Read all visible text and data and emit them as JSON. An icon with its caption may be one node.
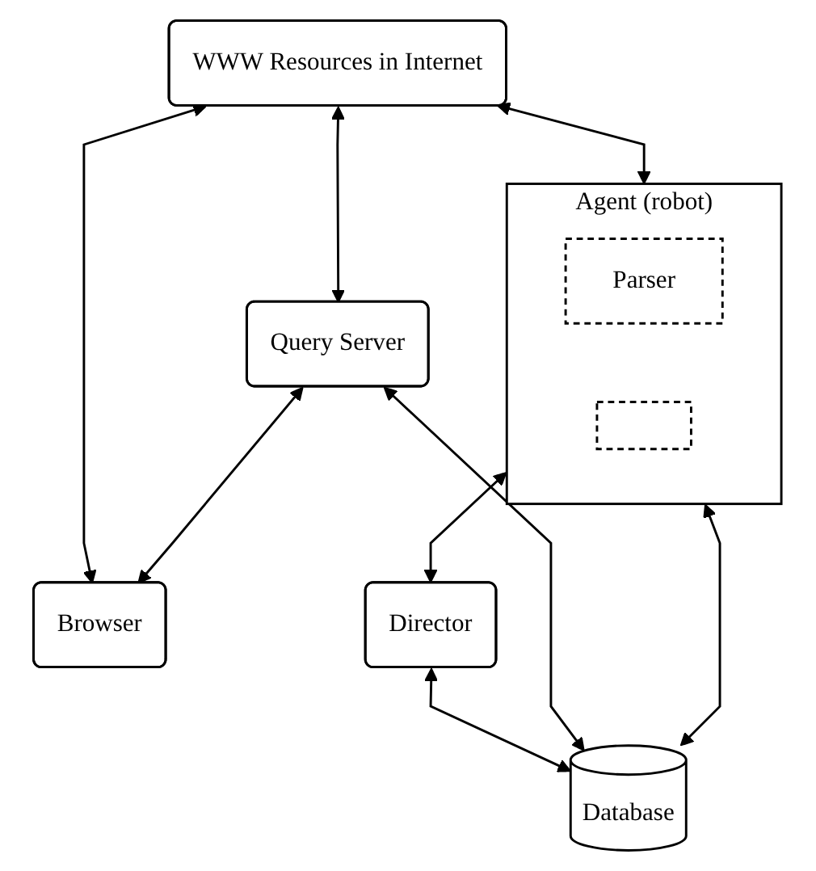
{
  "diagram": {
    "nodes": [
      {
        "text": [
          "WWW Resources in Internet"
        ]
      },
      {
        "text": [
          "Agent (robot)"
        ]
      },
      {
        "text": [
          "Parser"
        ],
        "in": 1
      },
      {
        "text": [],
        "shape": "box",
        "in": 1
      },
      {
        "text": [
          "Query Server"
        ]
      },
      {
        "text": [
          "Browser"
        ]
      },
      {
        "text": [
          "Director"
        ]
      },
      {
        "text": [
          "Database"
        ]
      }
    ],
    "edges": [
      {
        "from": 0,
        "to": 1,
        "arrow": "both"
      },
      {
        "from": 0,
        "to": 4,
        "arrow": "both"
      },
      {
        "from": 0,
        "to": 5,
        "arrow": "both"
      },
      {
        "from": 4,
        "to": 5,
        "arrow": "both"
      },
      {
        "from": 1,
        "to": 6,
        "arrow": "both"
      },
      {
        "from": 1,
        "to": 7,
        "arrow": "both"
      },
      {
        "from": 6,
        "to": 7,
        "arrow": "both"
      },
      {
        "from": 4,
        "to": 7,
        "arrow": "both"
      }
    ]
  }
}
